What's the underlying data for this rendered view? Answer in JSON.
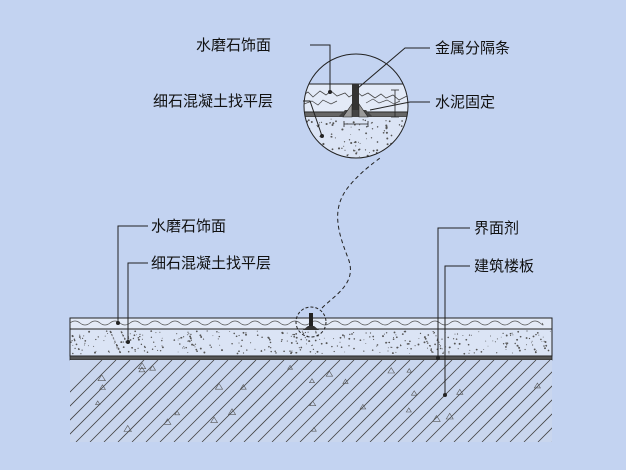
{
  "labels": {
    "detail_terrazzo": "水磨石饰面",
    "detail_fine_concrete": "细石混凝土找平层",
    "metal_strip": "金属分隔条",
    "cement_fix": "水泥固定",
    "terrazzo": "水磨石饰面",
    "fine_concrete": "细石混凝土找平层",
    "interface_agent": "界面剂",
    "floor_slab": "建筑楼板"
  },
  "colors": {
    "background": "#c3d3f1",
    "line": "#222222",
    "slab_fill": "#c9d6ee",
    "concrete_fill": "#dbe4f5",
    "terrazzo_fill": "#e3eaf7"
  }
}
